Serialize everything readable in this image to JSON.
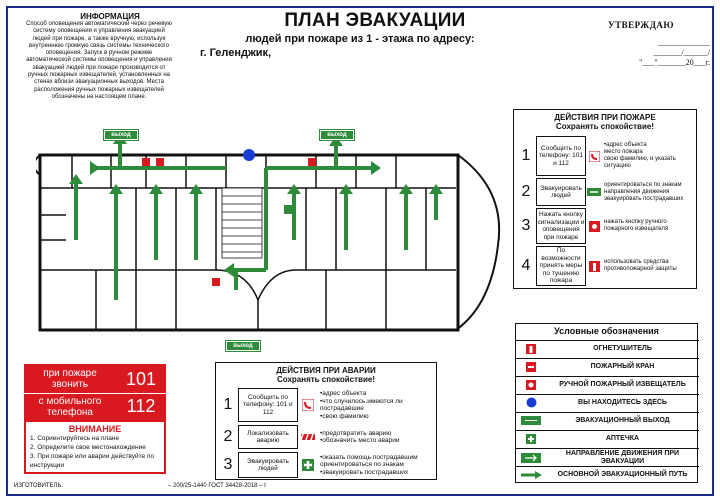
{
  "info": {
    "title": "ИНФОРМАЦИЯ",
    "text": "Способ оповещения автоматический через речевую систему оповещения и управления эвакуацией людей при пожаре, а также вручную, используя внутреннюю громкую связь системы технического оповещения. Запуск в ручном режиме автоматической системы оповещения и управления эвакуацией людей при пожаре производится от ручных пожарных извещателей, установленных на стенах вблизи эвакуационных выходов. Места расположения ручных пожарных извещателей обозначены на настоящем плане."
  },
  "header": {
    "title": "ПЛАН ЭВАКУАЦИИ",
    "subtitle": "людей при пожаре из 1 - этажа  по адресу:",
    "address": "г. Геленджик,"
  },
  "approve": {
    "title": "УТВЕРЖДАЮ",
    "line1": "_____________",
    "line2": "_______/______/",
    "line3": "\"___\"_______20___г."
  },
  "exits": {
    "exit_label": "выход"
  },
  "plan_symbols": {
    "here": "ВЫ НАХОДИТЕСЬ ЗДЕСЬ"
  },
  "fire_box": {
    "row1_label": "при пожаре звонить",
    "row1_num": "101",
    "row2_label": "с мобильного телефона",
    "row2_num": "112",
    "warn_title": "ВНИМАНИЕ",
    "warn_items": [
      "1. Сориентируйтесь на плане",
      "2. Определите свое местонахождение",
      "3. При пожаре или аварии действуйте по инструкции"
    ]
  },
  "accident": {
    "title": "ДЕЙСТВИЯ ПРИ АВАРИИ",
    "subtitle": "Сохранять спокойствие!",
    "steps": [
      {
        "num": "1",
        "step": "Сообщить по телефону: 101 и 112",
        "desc": "•адрес объекта\n•что случилось,имеются ли пострадавшие\n•свою фамилию"
      },
      {
        "num": "2",
        "step": "Локализовать аварию",
        "desc": "•предотвратить аварию\n•обозначить место аварии"
      },
      {
        "num": "3",
        "step": "Эвакуировать людей",
        "desc": "•оказать помощь пострадавшим ориентироваться по знакам\n•эвакуировать пострадавших"
      }
    ]
  },
  "fire_actions": {
    "title": "ДЕЙСТВИЯ ПРИ ПОЖАРЕ",
    "subtitle": "Сохранять спокойствие!",
    "steps": [
      {
        "num": "1",
        "step": "Сообщить по телефону: 101 и 112",
        "desc": "•адрес объекта\nместо пожара\nсвою фамилию, и указать ситуацию"
      },
      {
        "num": "2",
        "step": "Эвакуировать людей",
        "desc": "ориентироваться по знакам направления движения эвакуировать пострадавших"
      },
      {
        "num": "3",
        "step": "Нажать кнопку сигнализации и оповещения при пожаре",
        "desc": "нажать кнопку ручного пожарного извещателя"
      },
      {
        "num": "4",
        "step": "По возможности принять меры по тушению пожара",
        "desc": "использовать средства противопожарной защиты"
      }
    ]
  },
  "legend": {
    "title": "Условные обозначения",
    "items": [
      {
        "label": "ОГНЕТУШИТЕЛЬ",
        "icon": "extinguisher-icon"
      },
      {
        "label": "ПОЖАРНЫЙ КРАН",
        "icon": "hydrant-icon"
      },
      {
        "label": "РУЧНОЙ ПОЖАРНЫЙ ИЗВЕЩАТЕЛЬ",
        "icon": "alarm-button-icon"
      },
      {
        "label": "ВЫ НАХОДИТЕСЬ ЗДЕСЬ",
        "icon": "you-are-here-icon"
      },
      {
        "label": "ЭВАКУАЦИОННЫЙ ВЫХОД",
        "icon": "exit-sign-icon"
      },
      {
        "label": "АПТЕЧКА",
        "icon": "first-aid-icon"
      },
      {
        "label": "НАПРАВЛЕНИЕ ДВИЖЕНИЯ ПРИ ЭВАКУАЦИИ",
        "icon": "direction-sign-icon"
      },
      {
        "label": "ОСНОВНОЙ ЭВАКУАЦИОННЫЙ ПУТЬ",
        "icon": "green-arrow-icon"
      }
    ]
  },
  "footer": {
    "made_by": "ИЗГОТОВИТЕЛЬ.",
    "standard": "– 200/25-1440 ГОСТ 34428-2018 – I"
  },
  "colors": {
    "red": "#d9181f",
    "green": "#2e8b3a",
    "blue": "#1a2a8a"
  }
}
